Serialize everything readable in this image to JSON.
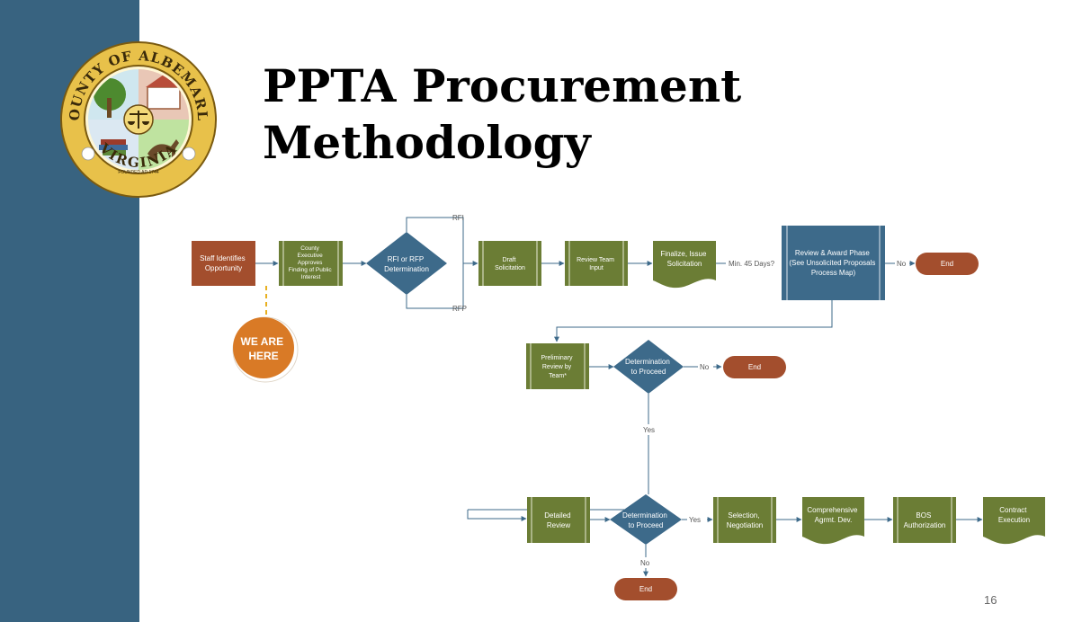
{
  "slide": {
    "title_line1": "PPTA Procurement",
    "title_line2": "Methodology",
    "page_number": "16"
  },
  "colors": {
    "sidebar": "#386380",
    "process": "#6B7D35",
    "process_border": "#e8ecd8",
    "decision": "#3D6A8A",
    "terminal": "#A34E2D",
    "start": "#A34E2D",
    "callout": "#D97A26",
    "seal_gold": "#E8C14A"
  },
  "seal": {
    "top_text": "COUNTY OF ALBEMARLE",
    "bottom_text": "VIRGINIA",
    "founded": "FOUNDED AD 1744"
  },
  "callout": {
    "line1": "WE ARE",
    "line2": "HERE"
  },
  "nodes": {
    "staff": {
      "lines": [
        "Staff Identifies",
        "Opportunity"
      ]
    },
    "county_exec": {
      "lines": [
        "County",
        "Executive",
        "Approves",
        "Finding of Public",
        "Interest"
      ]
    },
    "rfi_rfp": {
      "lines": [
        "RFI or RFP",
        "Determination"
      ]
    },
    "draft": {
      "lines": [
        "Draft",
        "Solicitation"
      ]
    },
    "review_team": {
      "lines": [
        "Review Team",
        "Input"
      ]
    },
    "finalize": {
      "lines": [
        "Finalize, Issue",
        "Solicitation"
      ]
    },
    "review_award": {
      "lines": [
        "Review & Award Phase",
        "(See Unsolicited Proposals",
        "Process Map)"
      ]
    },
    "end1": {
      "label": "End"
    },
    "prelim": {
      "lines": [
        "Preliminary",
        "Review by",
        "Team*"
      ]
    },
    "determination1": {
      "lines": [
        "Determination",
        "to Proceed"
      ]
    },
    "end2": {
      "label": "End"
    },
    "detailed": {
      "lines": [
        "Detailed",
        "Review"
      ]
    },
    "determination2": {
      "lines": [
        "Determination",
        "to Proceed"
      ]
    },
    "selection": {
      "lines": [
        "Selection,",
        "Negotiation"
      ]
    },
    "comprehensive": {
      "lines": [
        "Comprehensive",
        "Agrmt. Dev."
      ]
    },
    "bos": {
      "lines": [
        "BOS",
        "Authorization"
      ]
    },
    "contract": {
      "lines": [
        "Contract",
        "Execution"
      ]
    },
    "end3": {
      "label": "End"
    }
  },
  "edges": {
    "rfi": "RFI",
    "rfp": "RFP",
    "min45": "Min. 45 Days?",
    "no_top": "No",
    "no_mid": "No",
    "yes_mid": "Yes",
    "yes_bottom": "Yes",
    "no_bottom": "No"
  }
}
